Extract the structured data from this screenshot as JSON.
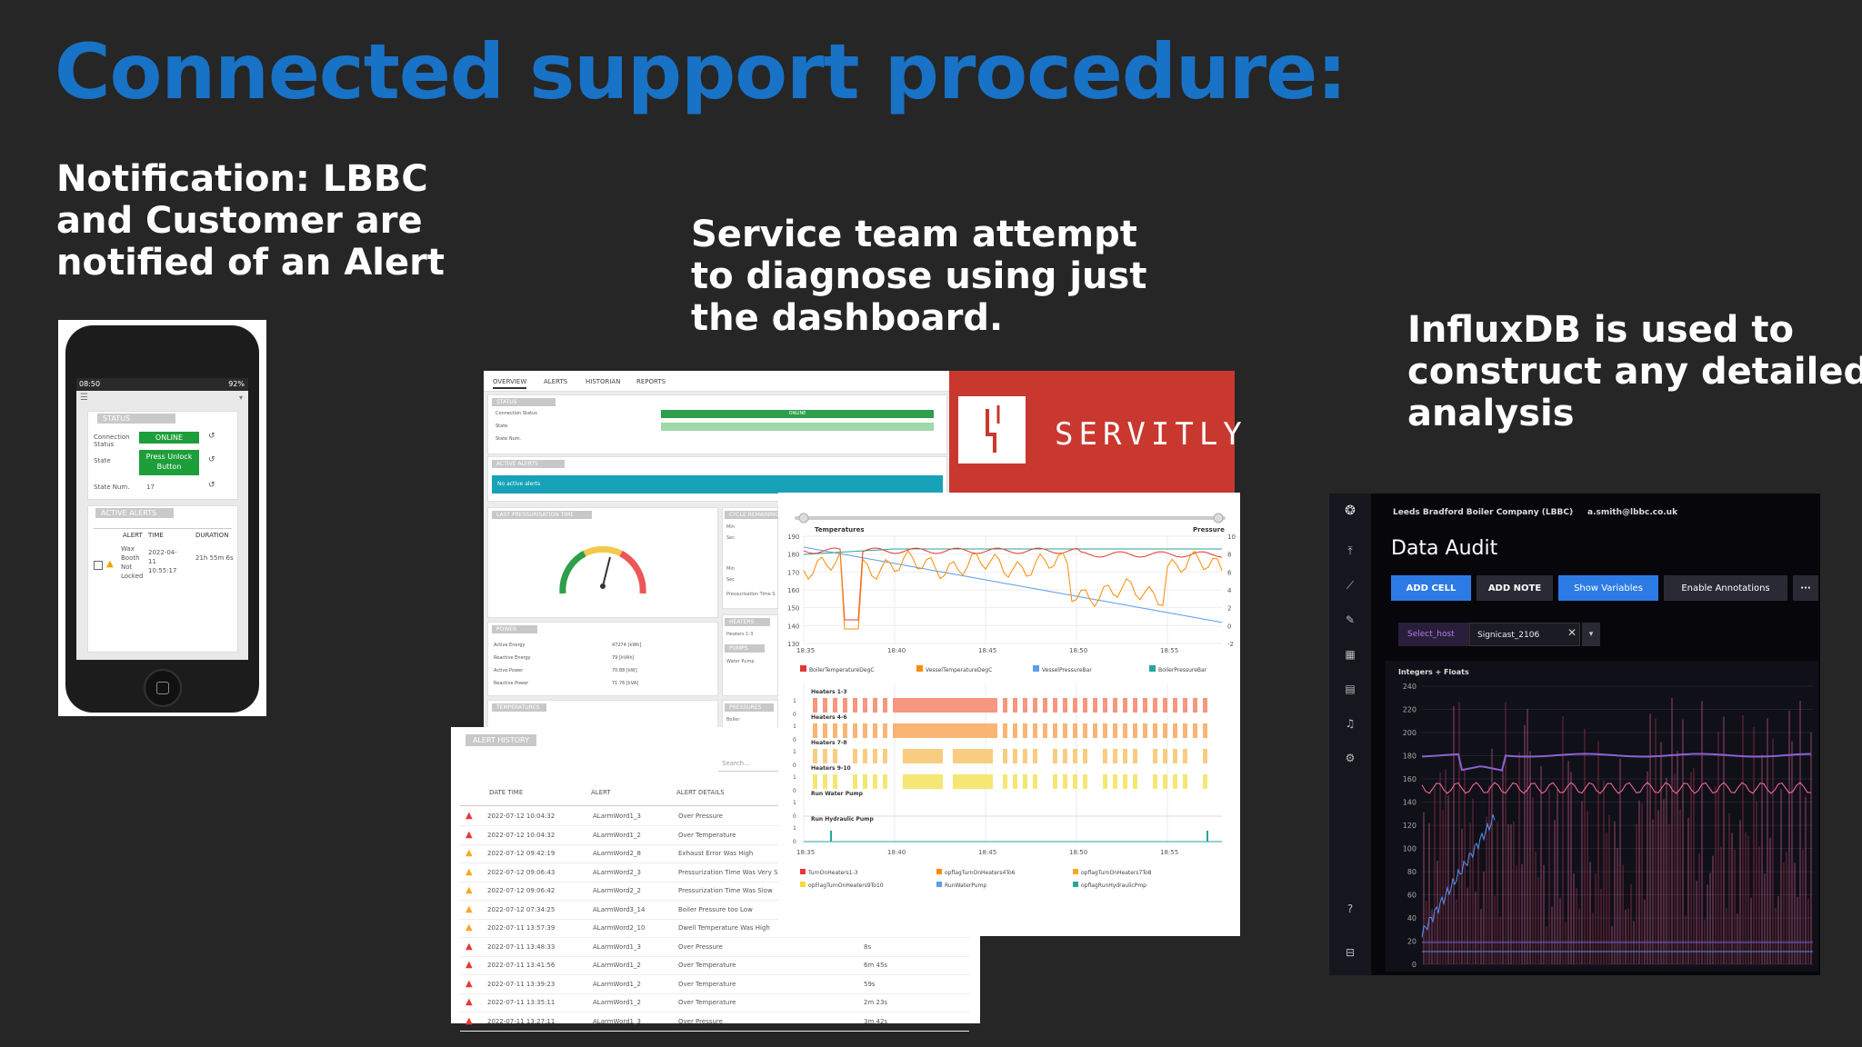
{
  "title": "Connected support procedure:",
  "captions": {
    "notification": [
      "Notification:  LBBC",
      "and Customer are",
      "notified of an Alert"
    ],
    "service": [
      "Service team attempt",
      "to diagnose using just",
      "the dashboard."
    ],
    "influx": [
      "InfluxDB is used to",
      "construct any detailed",
      "analysis"
    ]
  },
  "phone": {
    "time": "08:50",
    "battery": "92%",
    "status_header": "STATUS",
    "connection_label": "Connection Status",
    "connection_value": "ONLINE",
    "state_label": "State",
    "state_value": "Press Unlock Button",
    "state_num_label": "State Num.",
    "state_num_value": "17",
    "alerts_header": "ACTIVE ALERTS",
    "col_alert": "ALERT",
    "col_time": "TIME",
    "col_duration": "DURATION",
    "alert_name": "Wax Booth Not Locked",
    "alert_time": "2022-04-11 10:55:17",
    "alert_duration": "21h 55m 6s"
  },
  "dashboard": {
    "tabs": [
      "OVERVIEW",
      "ALERTS",
      "HISTORIAN",
      "REPORTS"
    ],
    "status_chip": "STATUS",
    "conn_label": "Connection Status",
    "conn_value": "ONLINE",
    "state_label": "State",
    "state_num_label": "State Num.",
    "active_alerts_chip": "ACTIVE ALERTS",
    "no_alerts": "No active alerts",
    "pressurisation_chip": "LAST PRESSURISATION TIME",
    "cycle_chip": "CYCLE REMAINING",
    "power_chip": "POWER",
    "power_rows": [
      {
        "label": "Active Energy",
        "value": "47274 [kWh]"
      },
      {
        "label": "Reactive Energy",
        "value": "79 [kVAh]"
      },
      {
        "label": "Active Power",
        "value": "70.88 [kW]"
      },
      {
        "label": "Reactive Power",
        "value": "71.76 [kVA]"
      }
    ],
    "temperatures_chip": "TEMPERATURES",
    "heaters_chip": "HEATERS",
    "pumps_chip": "PUMPS",
    "pressures_chip": "PRESSURES",
    "side_rows": [
      "Min",
      "Sec",
      "Min",
      "Sec",
      "Pressurisation Time Sec",
      "Heaters 1-3",
      "Water Pump",
      "Boiler"
    ]
  },
  "servitly": {
    "brand": "SERVITLY"
  },
  "alert_history": {
    "chip": "ALERT HISTORY",
    "search_placeholder": "Search...",
    "headers": [
      "DATE TIME",
      "ALERT",
      "ALERT DETAILS"
    ],
    "rows": [
      {
        "date": "2022-07-12 10:04:32",
        "alert": "ALarmWord1_3",
        "details": "Over Pressure",
        "duration": "",
        "level": "red"
      },
      {
        "date": "2022-07-12 10:04:32",
        "alert": "ALarmWord1_2",
        "details": "Over Temperature",
        "duration": "",
        "level": "red"
      },
      {
        "date": "2022-07-12 09:42:19",
        "alert": "ALarmWord2_8",
        "details": "Exhaust Error Was High",
        "duration": "",
        "level": "orange"
      },
      {
        "date": "2022-07-12 09:06:43",
        "alert": "ALarmWord2_3",
        "details": "Pressurization Time Was Very S",
        "duration": "",
        "level": "orange"
      },
      {
        "date": "2022-07-12 09:06:42",
        "alert": "ALarmWord2_2",
        "details": "Pressurization Time Was Slow",
        "duration": "",
        "level": "orange"
      },
      {
        "date": "2022-07-12 07:34:25",
        "alert": "ALarmWord3_14",
        "details": "Boiler Pressure too Low",
        "duration": "",
        "level": "orange"
      },
      {
        "date": "2022-07-11 13:57:39",
        "alert": "ALarmWord2_10",
        "details": "Dwell Temperature Was High",
        "duration": "",
        "level": "orange"
      },
      {
        "date": "2022-07-11 13:48:33",
        "alert": "ALarmWord1_3",
        "details": "Over Pressure",
        "duration": "8s",
        "level": "red"
      },
      {
        "date": "2022-07-11 13:41:56",
        "alert": "ALarmWord1_2",
        "details": "Over Temperature",
        "duration": "6m 45s",
        "level": "red"
      },
      {
        "date": "2022-07-11 13:39:23",
        "alert": "ALarmWord1_2",
        "details": "Over Temperature",
        "duration": "59s",
        "level": "red"
      },
      {
        "date": "2022-07-11 13:35:11",
        "alert": "ALarmWord1_2",
        "details": "Over Temperature",
        "duration": "2m 23s",
        "level": "red"
      },
      {
        "date": "2022-07-11 13:27:11",
        "alert": "ALarmWord1_3",
        "details": "Over Pressure",
        "duration": "3m 42s",
        "level": "red"
      }
    ]
  },
  "temp_chart": {
    "title": "Temperatures",
    "right_title": "Pressure",
    "y_ticks": [
      "190",
      "180",
      "170",
      "160",
      "150",
      "140",
      "130"
    ],
    "y2_ticks": [
      "10",
      "8",
      "6",
      "4",
      "2",
      "0",
      "-2"
    ],
    "x_ticks": [
      "18:35",
      "18:40",
      "18:45",
      "18:50",
      "18:55"
    ],
    "legend": [
      {
        "name": "BoilerTemperatureDegC",
        "color": "#e53935"
      },
      {
        "name": "VesselTemperatureDegC",
        "color": "#fb8c00"
      },
      {
        "name": "VesselPressureBar",
        "color": "#5c9ded"
      },
      {
        "name": "BoilerPressureBar",
        "color": "#26a69a"
      }
    ]
  },
  "digital_chart": {
    "rows": [
      "Heaters 1-3",
      "Heaters 4-6",
      "Heaters 7-8",
      "Heaters 9-10",
      "Run Water Pump",
      "Run Hydraulic Pump"
    ],
    "colors": [
      "#f4856a",
      "#f7a85c",
      "#f7c46b",
      "#f5e25c",
      "#5c9ded",
      "#26a69a"
    ],
    "x_ticks": [
      "18:35",
      "18:40",
      "18:45",
      "18:50",
      "18:55"
    ],
    "legend": [
      {
        "name": "TurnOnHeaters1-3",
        "color": "#e53935"
      },
      {
        "name": "opflagTurnOnHeaters4To6",
        "color": "#fb8c00"
      },
      {
        "name": "opflagTurnOnHeaters7To8",
        "color": "#f9a825"
      },
      {
        "name": "opFlagTurnOnHeaters9To10",
        "color": "#fdd835"
      },
      {
        "name": "RunWaterPump",
        "color": "#5c9ded"
      },
      {
        "name": "opflagRunHydraulicPmp",
        "color": "#26a69a"
      }
    ]
  },
  "influx": {
    "org": "Leeds Bradford Boiler Company (LBBC)",
    "user": "a.smith@lbbc.co.uk",
    "page_title": "Data Audit",
    "add_cell": "ADD CELL",
    "add_note": "ADD NOTE",
    "show_variables": "Show Variables",
    "enable_annotations": "Enable Annotations",
    "more": "···",
    "select_host_label": "Select_host",
    "select_host_value": "Signicast_2106",
    "panel_title": "Integers + Floats",
    "y_ticks": [
      "240",
      "220",
      "200",
      "180",
      "160",
      "140",
      "120",
      "100",
      "80",
      "60",
      "40",
      "20",
      "0"
    ],
    "accent": "#2c7be5",
    "highlight": "#ff6ea6"
  }
}
